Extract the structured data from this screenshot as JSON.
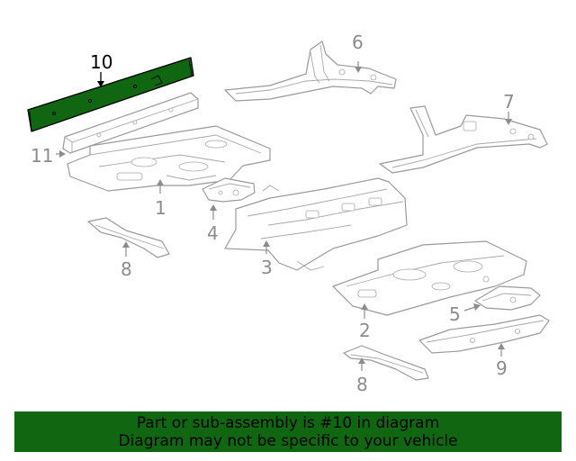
{
  "callouts": {
    "c1": "1",
    "c2": "2",
    "c3": "3",
    "c4": "4",
    "c5": "5",
    "c6": "6",
    "c7": "7",
    "c8a": "8",
    "c8b": "8",
    "c9": "9",
    "c10": "10",
    "c11": "11"
  },
  "highlighted_part": "10",
  "banner": {
    "line1": "Part or sub-assembly is #10 in diagram",
    "line2": "Diagram may not be specific to your vehicle"
  },
  "colors": {
    "highlight": "#116611",
    "line_art": "#9a9a9a",
    "callout_text": "#8c8c8c"
  }
}
